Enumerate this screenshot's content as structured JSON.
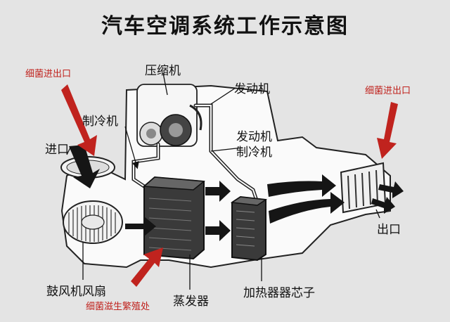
{
  "title": "汽车空调系统工作示意图",
  "labels": {
    "compressor": "压缩机",
    "engine": "发动机",
    "refrigerant": "制冷机",
    "engine_refrigerant_line1": "发动机",
    "engine_refrigerant_line2": "制冷机",
    "inlet": "进口",
    "blower": "鼓风机风扇",
    "evaporator": "蒸发器",
    "heater_core": "加热器器芯子",
    "outlet": "出口",
    "bacteria_inlet_left": "细菌进出口",
    "bacteria_inlet_right": "细菌进出口",
    "bacteria_breeding": "细菌滋生繁殖处"
  },
  "colors": {
    "background": "#e4e4e4",
    "accent_red": "#c0231e",
    "ink": "#111111"
  }
}
